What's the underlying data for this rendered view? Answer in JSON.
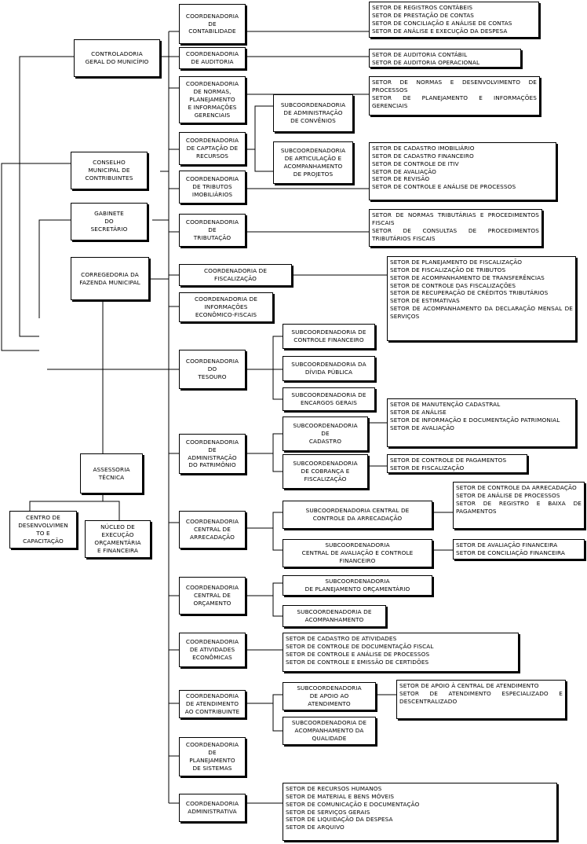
{
  "units": {
    "controladoria": "Controladoria\nGeral do Município",
    "conselho": "Conselho\nMunicipal de\nContribuintes",
    "gabinete": "Gabinete\ndo\nSecretário",
    "corregedoria": "Corregedoria da\nFazenda Municipal",
    "assessoria": "Assessoria\nTécnica",
    "centro_desenv": "Centro de\nDesenvolvimen\nto e\nCapacitação",
    "nucleo": "Núcleo de\nExecução\nOrçamentária\ne Financeira",
    "coord_contabilidade": "Coordenadoria\nde\nContabilidade",
    "coord_auditoria": "Coordenadoria\nde Auditoria",
    "coord_normas": "Coordenadoria\nde Normas,\nPlanejamento\ne Informações\nGerenciais",
    "coord_captacao": "Coordenadoria\nde Captação de\nRecursos",
    "coord_tributos_imob": "Coordenadoria\nde Tributos\nImobiliários",
    "coord_tributacao": "Coordenadoria\nde\nTributação",
    "coord_fiscalizacao": "Coordenadoria de\nFiscalização",
    "coord_informacoes": "Coordenadoria de\nInformações\nEconômico-Fiscais",
    "coord_tesouro": "Coordenadoria\ndo\nTesouro",
    "coord_patrimonio": "Coordenadoria\nde\nAdministração\ndo Patrimônio",
    "coord_arrecadacao": "Coordenadoria\nCentral de\nArrecadação",
    "coord_orcamento": "Coordenadoria\nCentral de\nOrçamento",
    "coord_atividades": "Coordenadoria\nde Atividades\nEconômicas",
    "coord_atendimento": "Coordenadoria\nde Atendimento\nao Contribuinte",
    "coord_planejamento": "Coordenadoria\nde\nPlanejamento\nde Sistemas",
    "coord_administrativa": "Coordenadoria\nAdministrativa",
    "sub_convenios": "Subcoordenadoria\nde Administração\nde Convênios",
    "sub_articulacao": "Subcoordenadoria\nde Articulação e\nAcompanhamento\nde Projetos",
    "sub_controle_fin": "Subcoordenadoria de\nControle Financeiro",
    "sub_divida": "Subcoordenadoria da\nDívida Pública",
    "sub_encargos": "Subcoordenadoria de\nEncargos Gerais",
    "sub_cadastro": "Subcoordenadoria\nde\nCadastro",
    "sub_cobranca": "Subcoordenadoria\nde Cobrança e\nFiscalização",
    "sub_controle_arrec": "Subcoordenadoria Central de\nControle da Arrecadação",
    "sub_avaliacao": "Subcoordenadoria\nCentral de Avaliação e Controle\nFinanceiro",
    "sub_plan_orc": "Subcoordenadoria\nde Planejamento Orçamentário",
    "sub_acompanhamento": "Subcoordenadoria de\nAcompanhamento",
    "sub_apoio": "Subcoordenadoria\nde Apoio ao\nAtendimento",
    "sub_qualidade": "Subcoordenadoria de\nAcompanhamento da\nQualidade"
  },
  "setores": {
    "contabilidade": "Setor de Registros Contábeis\nSetor de Prestação de Contas\nSetor de Conciliação e Análise de Contas\nSetor de Análise e Execução da Despesa",
    "auditoria": "Setor de Auditoria Contábil\nSetor de Auditoria Operacional",
    "normas": "Setor de Normas e Desenvolvimento de Processos\nSetor de Planejamento e Informações Gerenciais",
    "tributos_imob": "Setor de Cadastro Imobiliário\nSetor de Cadastro Financeiro\nSetor de Controle de ITIV\nSetor de Avaliação\nSetor de Revisão\nSetor de Controle e Análise de Processos",
    "tributacao": "Setor de Normas Tributárias e Procedimentos Fiscais\nSetor de Consultas de Procedimentos Tributários Fiscais",
    "fiscalizacao": "Setor de Planejamento de Fiscalização\nSetor de Fiscalização de Tributos\nSetor de Acompanhamento de Transferências\nSetor de Controle das Fiscalizações\nSetor de Recuperação de Créditos Tributários\nSetor de Estimativas\nSetor de Acompanhamento da Declaração Mensal de Serviços",
    "cadastro": "Setor de Manutenção Cadastral\nSetor de Análise\nSetor de Informação e Documentação Patrimonial\nSetor de Avaliação",
    "cobranca": "Setor de Controle de Pagamentos\nSetor de Fiscalização",
    "arrecadacao": "Setor de Controle da Arrecadação\nSetor de Análise de Processos\nSetor de Registro e Baixa de Pagamentos",
    "avaliacao": "Setor de Avaliação Financeira\nSetor de Conciliação Financeira",
    "atividades": "Setor de Cadastro de Atividades\nSetor de Controle de Documentação Fiscal\nSetor de Controle e Análise de Processos\nSetor de Controle e Emissão de Certidões",
    "apoio": "Setor de Apoio à Central de Atendimento\nSetor de Atendimento Especializado e Descentralizado",
    "administrativa": "Setor de Recursos Humanos\nSetor de Material e Bens Móveis\nSetor de Comunicação e Documentação\nSetor de Serviços Gerais\nSetor de Liquidação da Despesa\nSetor de Arquivo"
  }
}
